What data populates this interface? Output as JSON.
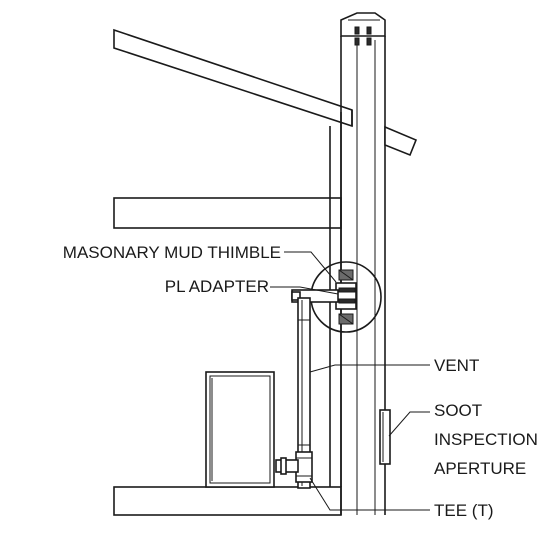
{
  "labels": {
    "thimble": "MASONARY MUD THIMBLE",
    "adapter": "PL ADAPTER",
    "vent": "VENT",
    "soot_1": "SOOT",
    "soot_2": "INSPECTION",
    "soot_3": "APERTURE",
    "tee": "TEE (T)"
  },
  "colors": {
    "line": "#1a1a1a",
    "fill": "#ffffff",
    "dark": "#2a2a2a"
  }
}
